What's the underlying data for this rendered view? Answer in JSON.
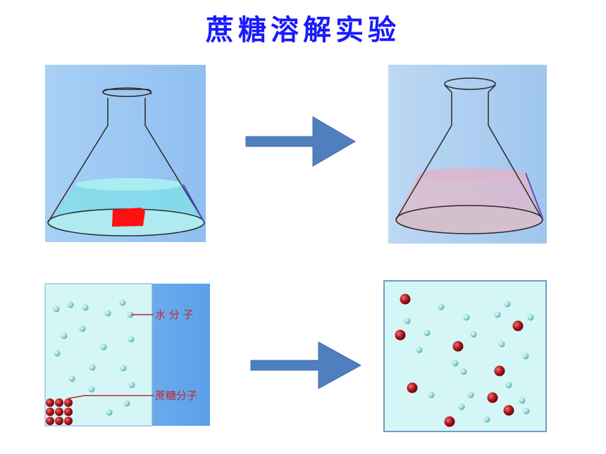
{
  "title": "蔗糖溶解实验",
  "labels": {
    "water_molecule": "水 分 子",
    "sucrose_molecule": "蔗糖分子"
  },
  "colors": {
    "title": "#1a1aff",
    "water_molecule": "#8fd7d6",
    "sucrose_molecule": "#b0141a",
    "arrow": "#4f7fbf",
    "label": "#c0262d"
  }
}
